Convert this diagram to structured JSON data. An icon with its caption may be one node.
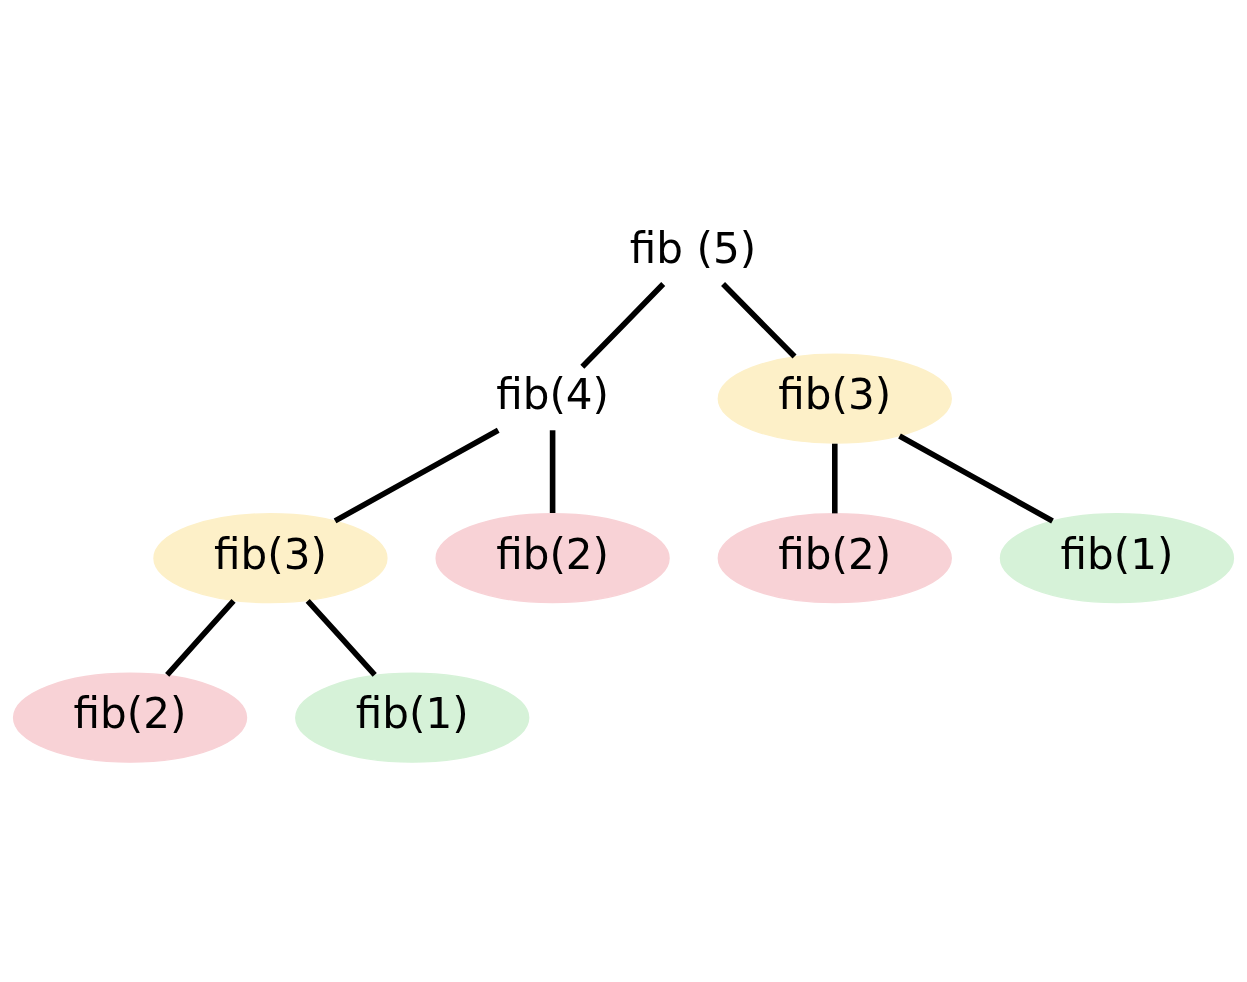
{
  "diagram": {
    "nodes": [
      {
        "text": [
          "fib (5)"
        ]
      },
      {
        "text": [
          "fib(4)"
        ]
      },
      {
        "text": [
          "fib(3)"
        ]
      },
      {
        "text": [
          "fib(3)"
        ]
      },
      {
        "text": [
          "fib(2)"
        ]
      },
      {
        "text": [
          "fib(2)"
        ]
      },
      {
        "text": [
          "fib(1)"
        ]
      },
      {
        "text": [
          "fib(2)"
        ]
      },
      {
        "text": [
          "fib(1)"
        ]
      }
    ],
    "edges": [
      {
        "from": 0,
        "to": 1,
        "arrow": "none"
      },
      {
        "from": 0,
        "to": 2,
        "arrow": "none"
      },
      {
        "from": 1,
        "to": 3,
        "arrow": "none"
      },
      {
        "from": 1,
        "to": 4,
        "arrow": "none"
      },
      {
        "from": 2,
        "to": 5,
        "arrow": "none"
      },
      {
        "from": 2,
        "to": 6,
        "arrow": "none"
      },
      {
        "from": 3,
        "to": 7,
        "arrow": "none"
      },
      {
        "from": 3,
        "to": 8,
        "arrow": "none"
      }
    ]
  }
}
